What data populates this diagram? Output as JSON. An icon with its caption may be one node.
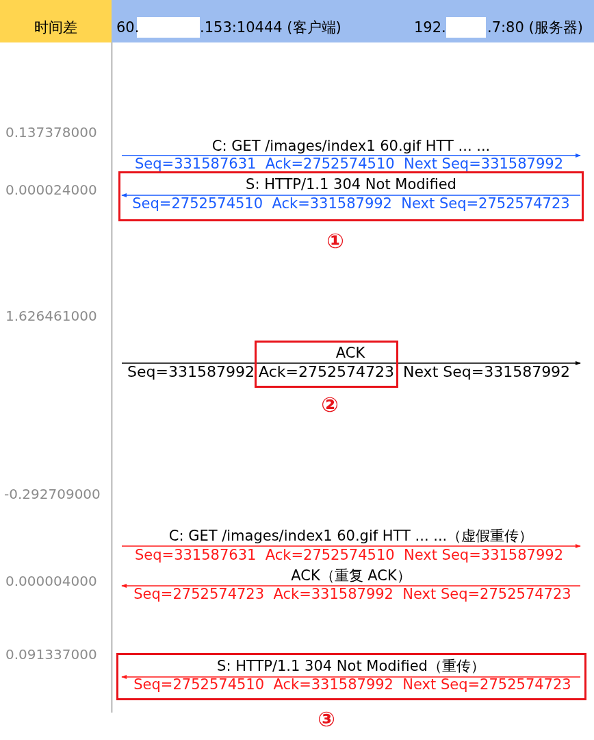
{
  "diagram": {
    "nodes": [
      {
        "text": [
          "S: HTTP/1.1 304 Not Modified",
          "Seq=2752574510  Ack=331587992  Next Seq=2752574723"
        ],
        "beside": [
          "①"
        ]
      },
      {
        "text": [
          "ACK",
          "Ack=2752574723"
        ],
        "beside": [
          "②"
        ]
      },
      {
        "text": [
          "S: HTTP/1.1 304 Not Modified（重传）",
          "Seq=2752574510  Ack=331587992  Next Seq=2752574723"
        ],
        "beside": [
          "③"
        ]
      }
    ],
    "labels": [
      "时间差",
      "60.",
      ".153:10444 (客户端)",
      "192.",
      ".7:80 (服务器)",
      "0.137378000",
      "C: GET /images/index1 60.gif HTT ... ...",
      "Seq=331587631  Ack=2752574510  Next Seq=331587992",
      "0.000024000",
      "1.626461000",
      "Seq=331587992",
      "Next Seq=331587992",
      "-0.292709000",
      "C: GET /images/index1 60.gif HTT ... ...（虚假重传）",
      "Seq=331587631  Ack=2752574510  Next Seq=331587992",
      "0.000004000",
      "ACK（重复 ACK）",
      "Seq=2752574723  Ack=331587992  Next Seq=2752574723",
      "0.091337000"
    ]
  }
}
